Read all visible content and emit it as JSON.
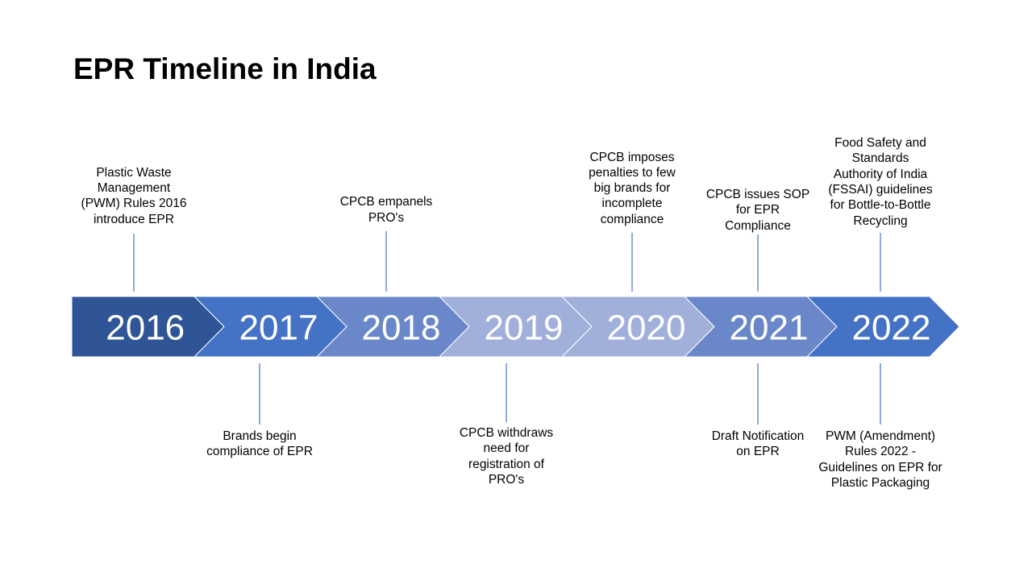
{
  "title": "EPR Timeline in India",
  "colors": {
    "chevrons": [
      "#2f5597",
      "#4472c4",
      "#6a88c9",
      "#a1b0db",
      "#a1b0db",
      "#6a88c9",
      "#4472c4"
    ],
    "connector": "#4472c4",
    "year_text": "#ffffff"
  },
  "years": [
    "2016",
    "2017",
    "2018",
    "2019",
    "2020",
    "2021",
    "2022"
  ],
  "events_top": [
    {
      "year": "2016",
      "text": "Plastic Waste\nManagement\n(PWM) Rules 2016\nintroduce EPR"
    },
    {
      "year": "2018",
      "text": "CPCB empanels\nPRO's"
    },
    {
      "year": "2020",
      "text": "CPCB imposes\npenalties to few\nbig brands for\nincomplete\ncompliance"
    },
    {
      "year": "2021",
      "text": "CPCB issues SOP\nfor EPR\nCompliance"
    },
    {
      "year": "2022",
      "text": "Food Safety and\nStandards\nAuthority of India\n(FSSAI) guidelines\nfor Bottle-to-Bottle\nRecycling"
    }
  ],
  "events_bottom": [
    {
      "year": "2017",
      "text": "Brands begin\ncompliance of EPR"
    },
    {
      "year": "2019",
      "text": "CPCB withdraws\nneed for\nregistration of\nPRO's"
    },
    {
      "year": "2021",
      "text": "Draft Notification\non EPR"
    },
    {
      "year": "2022",
      "text": "PWM (Amendment)\nRules 2022 -\nGuidelines on EPR for\nPlastic Packaging"
    }
  ]
}
